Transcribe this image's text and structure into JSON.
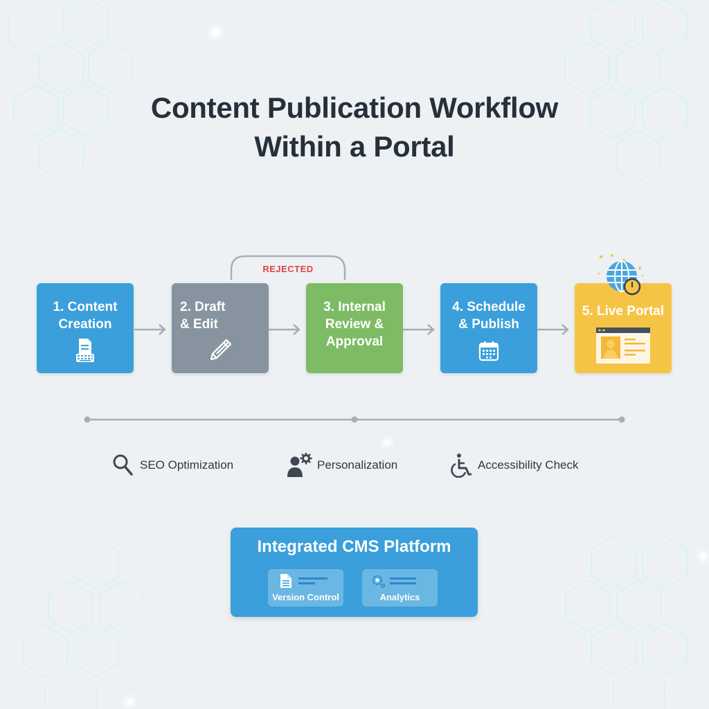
{
  "title": {
    "line1": "Content Publication Workflow",
    "line2": "Within a Portal"
  },
  "colors": {
    "background": "#eef1f4",
    "blue": "#3a9fdb",
    "gray": "#87949f",
    "green": "#7dbb65",
    "yellow": "#f6c445",
    "rejected": "#e0443f",
    "connector": "#a6adb4",
    "text_dark": "#25303a"
  },
  "steps": [
    {
      "label": "1. Content\nCreation",
      "icon": "document-keyboard-icon",
      "color": "blue"
    },
    {
      "label": "2.   Draft\n      & Edit",
      "icon": "pencil-icon",
      "color": "gray"
    },
    {
      "label": "3. Internal\nReview &\nApproval",
      "icon": "",
      "color": "green"
    },
    {
      "label": "4. Schedule\n& Publish",
      "icon": "calendar-icon",
      "color": "blue"
    },
    {
      "label": "5. Live Portal",
      "icon": "web-page-icon",
      "color": "yellow"
    }
  ],
  "rejected_loop": {
    "label": "REJECTED",
    "from_step": 3,
    "to_step": 2
  },
  "live_badge": {
    "icon": "globe-clock-icon"
  },
  "features": [
    {
      "label": "SEO Optimization",
      "icon": "search-icon"
    },
    {
      "label": "Personalization",
      "icon": "user-gear-icon"
    },
    {
      "label": "Accessibility Check",
      "icon": "wheelchair-icon"
    }
  ],
  "cms": {
    "title": "Integrated CMS Platform",
    "modules": [
      {
        "label": "Version Control",
        "icon": "document-icon"
      },
      {
        "label": "Analytics",
        "icon": "analytics-cog-icon"
      }
    ]
  }
}
